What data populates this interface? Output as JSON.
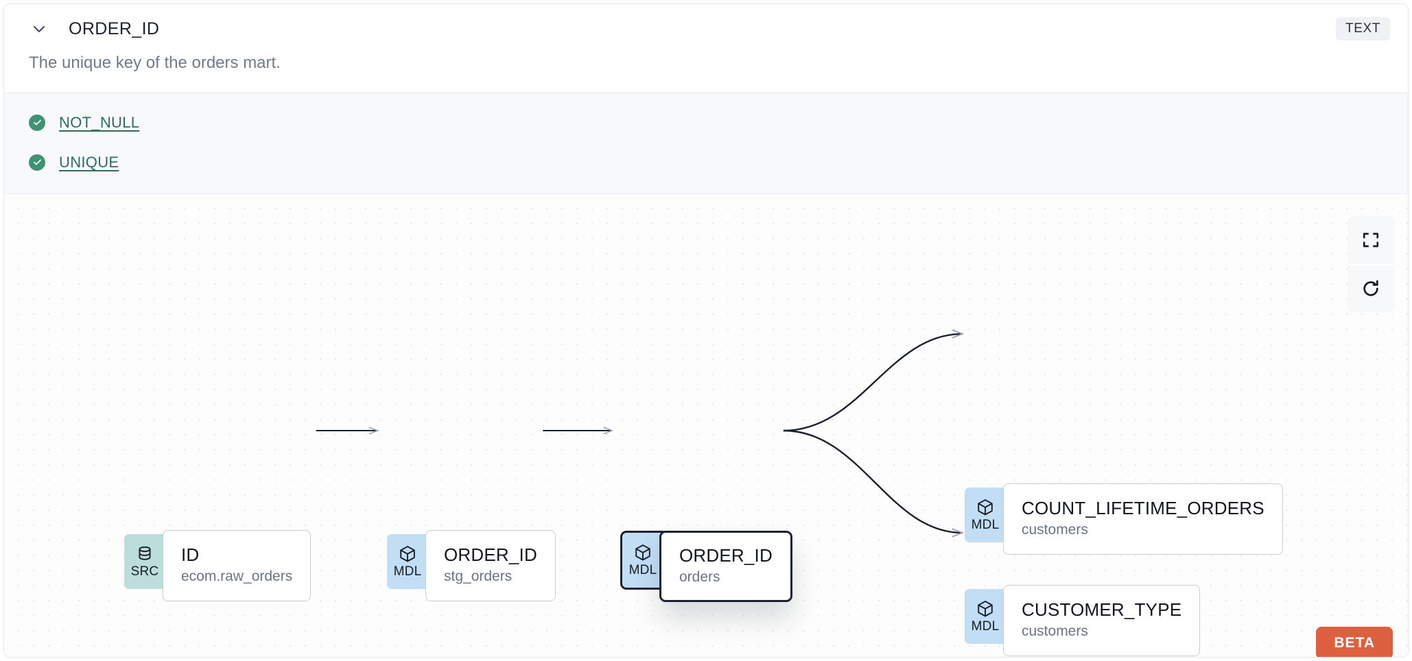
{
  "header": {
    "collapse_icon": "chevron-down-icon",
    "column_name": "ORDER_ID",
    "type_badge": "TEXT"
  },
  "description": "The unique key of the orders mart.",
  "tests": {
    "status_icon": "check-circle-icon",
    "items": [
      {
        "label": "NOT_NULL",
        "status": "passed"
      },
      {
        "label": "UNIQUE",
        "status": "passed"
      }
    ]
  },
  "lineage": {
    "nodes": [
      {
        "id": "src-id",
        "badge": "SRC",
        "badge_icon": "database-icon",
        "name": "ID",
        "resource": "ecom.raw_orders",
        "selected": false
      },
      {
        "id": "mdl-stg-orders",
        "badge": "MDL",
        "badge_icon": "cube-icon",
        "name": "ORDER_ID",
        "resource": "stg_orders",
        "selected": false
      },
      {
        "id": "mdl-orders",
        "badge": "MDL",
        "badge_icon": "cube-icon",
        "name": "ORDER_ID",
        "resource": "orders",
        "selected": true
      },
      {
        "id": "mdl-count-lifetime-orders",
        "badge": "MDL",
        "badge_icon": "cube-icon",
        "name": "COUNT_LIFETIME_ORDERS",
        "resource": "customers",
        "selected": false
      },
      {
        "id": "mdl-customer-type",
        "badge": "MDL",
        "badge_icon": "cube-icon",
        "name": "CUSTOMER_TYPE",
        "resource": "customers",
        "selected": false
      }
    ],
    "edges": [
      {
        "from": "src-id",
        "to": "mdl-stg-orders",
        "style": "straight"
      },
      {
        "from": "mdl-stg-orders",
        "to": "mdl-orders",
        "style": "straight"
      },
      {
        "from": "mdl-orders",
        "to": "mdl-count-lifetime-orders",
        "style": "bezier"
      },
      {
        "from": "mdl-orders",
        "to": "mdl-customer-type",
        "style": "bezier"
      }
    ],
    "toolbar": [
      {
        "name": "fit-view-button",
        "icon": "fit-view-icon"
      },
      {
        "name": "reset-button",
        "icon": "refresh-icon"
      }
    ],
    "beta_badge": "BETA"
  },
  "colors": {
    "src_badge": "#bcdedb",
    "mdl_badge": "#c2def5",
    "test_pass": "#3e9472",
    "test_link": "#2d6b66",
    "beta": "#dd6040",
    "edge": "#1a202c",
    "selected_border": "#1d232e"
  }
}
